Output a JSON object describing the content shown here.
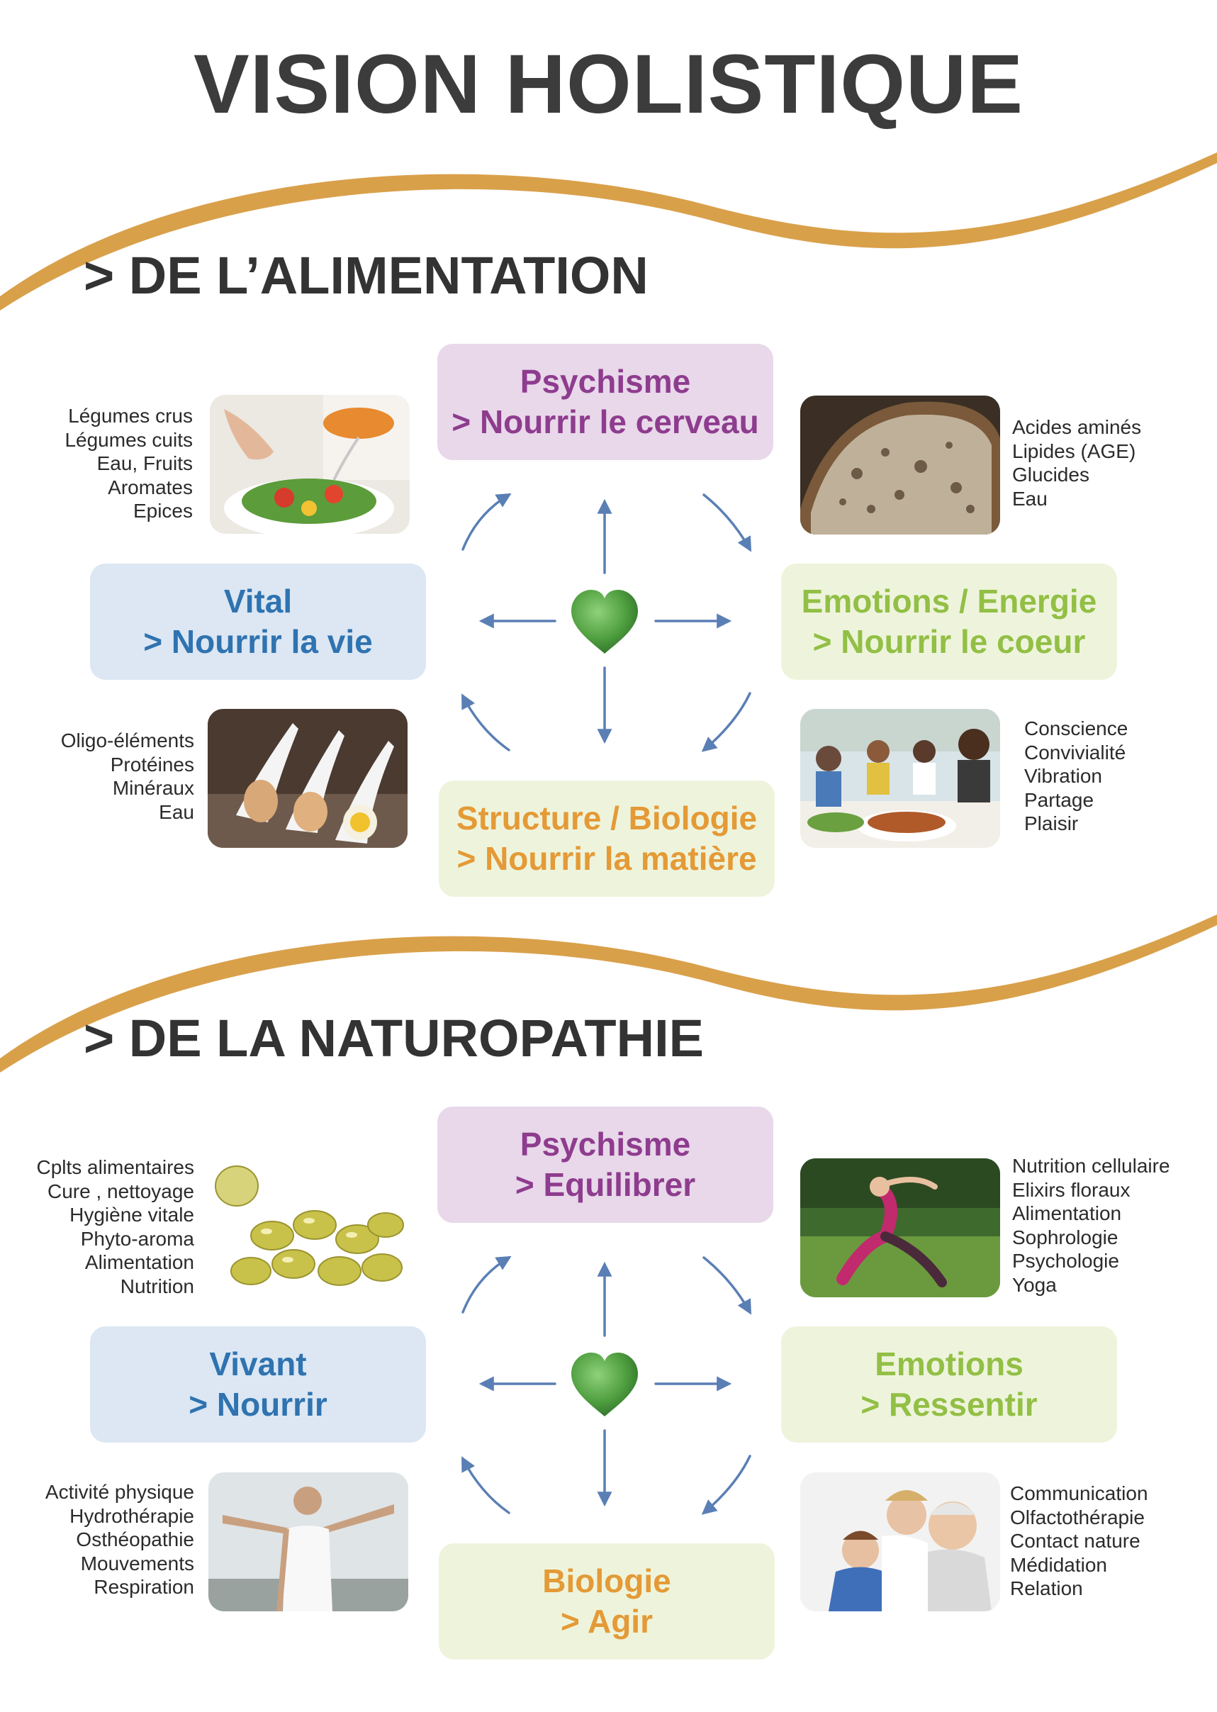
{
  "title": "VISION HOLISTIQUE",
  "sections": [
    {
      "title": "> DE L’ALIMENTATION",
      "boxes": {
        "top": {
          "line1": "Psychisme",
          "line2": "> Nourrir le cerveau"
        },
        "left": {
          "line1": "Vital",
          "line2": "> Nourrir la vie"
        },
        "right": {
          "line1": "Emotions / Energie",
          "line2": "> Nourrir le coeur"
        },
        "bottom": {
          "line1": "Structure / Biologie",
          "line2": "> Nourrir la matière"
        }
      },
      "lists": {
        "top_left": [
          "Légumes crus",
          "Légumes cuits",
          "Eau, Fruits",
          "Aromates",
          "Epices"
        ],
        "top_right": [
          "Acides aminés",
          "Lipides (AGE)",
          "Glucides",
          "Eau"
        ],
        "bottom_left": [
          "Oligo-éléments",
          "Protéines",
          "Minéraux",
          "Eau"
        ],
        "bottom_right": [
          "Conscience",
          "Convivialité",
          "Vibration",
          "Partage",
          "Plaisir"
        ]
      },
      "photos": {
        "top_left": "salad-photo",
        "top_right": "bread-photo",
        "bottom_left": "eggs-photo",
        "bottom_right": "family-meal-photo"
      }
    },
    {
      "title": "> DE LA NATUROPATHIE",
      "boxes": {
        "top": {
          "line1": "Psychisme",
          "line2": "> Equilibrer"
        },
        "left": {
          "line1": "Vivant",
          "line2": "> Nourrir"
        },
        "right": {
          "line1": "Emotions",
          "line2": "> Ressentir"
        },
        "bottom": {
          "line1": "Biologie",
          "line2": "> Agir"
        }
      },
      "lists": {
        "top_left": [
          "Cplts alimentaires",
          "Cure , nettoyage",
          "Hygiène vitale",
          "Phyto-aroma",
          "Alimentation",
          "Nutrition"
        ],
        "top_right": [
          "Nutrition cellulaire",
          "Elixirs floraux",
          "Alimentation",
          "Sophrologie",
          "Psychologie",
          "Yoga"
        ],
        "bottom_left": [
          "Activité physique",
          "Hydrothérapie",
          "Osthéopathie",
          "Mouvements",
          "Respiration"
        ],
        "bottom_right": [
          "Communication",
          "Olfactothérapie",
          "Contact nature",
          "Médidation",
          "Relation"
        ]
      },
      "photos": {
        "top_left": "capsules-photo",
        "top_right": "yoga-photo",
        "bottom_left": "man-outdoors-photo",
        "bottom_right": "grandparent-photo"
      }
    }
  ],
  "colors": {
    "swoosh": "#d9a04a",
    "arrow": "#5a7fb5",
    "heart": "#5aa84a",
    "purple_box": "#e8d8ea",
    "purple_text": "#8e3c8e",
    "blue_box": "#dce7f3",
    "blue_text": "#2f73b0",
    "green_box": "#eef4dc",
    "green_text": "#92bf45",
    "orange_text": "#e49a36"
  }
}
